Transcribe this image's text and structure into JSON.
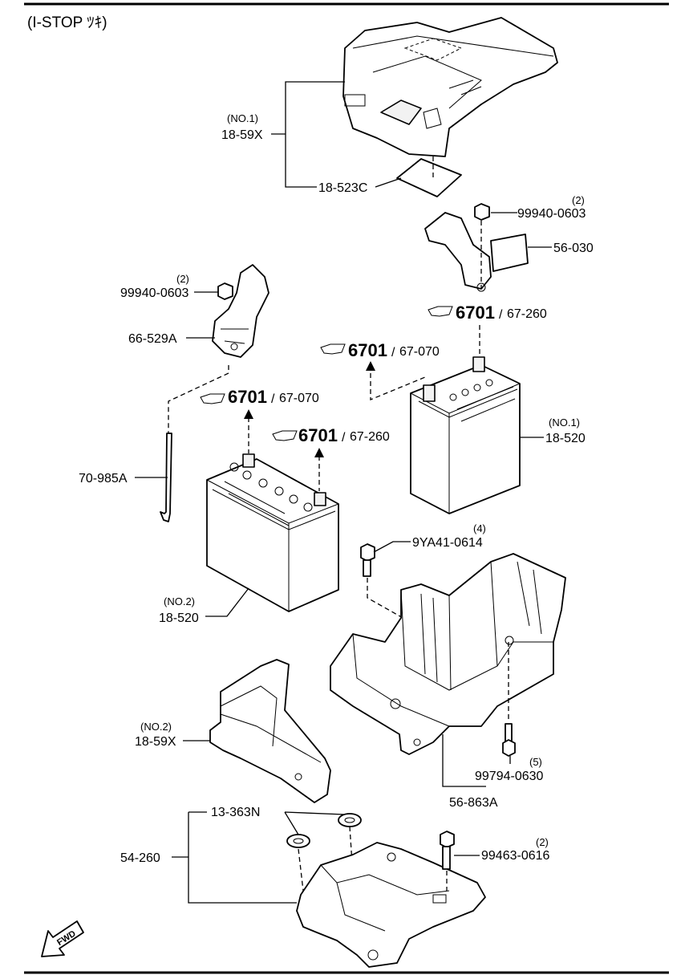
{
  "title": "(I-STOP ﾂｷ)",
  "parts": {
    "cover_no1_qual": "(NO.1)",
    "cover_no1": "18-59X",
    "label_523c": "18-523C",
    "nut_right_qty": "(2)",
    "nut_right": "99940-0603",
    "clamp_right": "56-030",
    "nut_left_qty": "(2)",
    "nut_left": "99940-0603",
    "clamp_left": "66-529A",
    "rod": "70-985A",
    "battery_no1_qual": "(NO.1)",
    "battery_no1": "18-520",
    "battery_no2_qual": "(NO.2)",
    "battery_no2": "18-520",
    "bolt_top_qty": "(4)",
    "bolt_top": "9YA41-0614",
    "cover_no2_qual": "(NO.2)",
    "cover_no2": "18-59X",
    "bolt_mid_qty": "(5)",
    "bolt_mid": "99794-0630",
    "tray": "56-863A",
    "grommet": "13-363N",
    "bracket": "54-260",
    "bolt_low_qty": "(2)",
    "bolt_low": "99463-0616"
  },
  "refs": {
    "ref1_main": "6701",
    "ref1_sub": "67-260",
    "ref2_main": "6701",
    "ref2_sub": "67-070",
    "ref3_main": "6701",
    "ref3_sub": "67-070",
    "ref4_main": "6701",
    "ref4_sub": "67-260",
    "sep": "/"
  },
  "fwd": "FWD"
}
